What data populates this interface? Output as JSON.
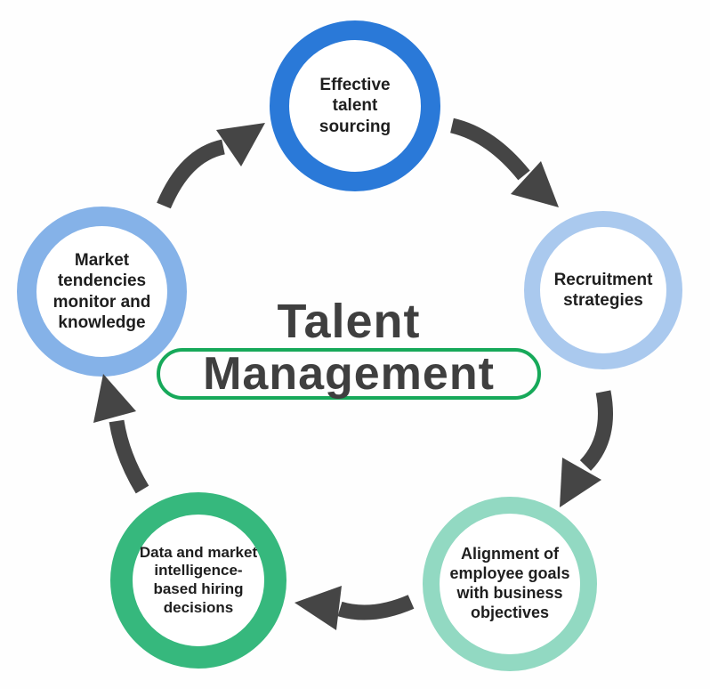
{
  "diagram": {
    "title_line1": "Talent",
    "title_line2": "Management",
    "title_text_color": "#3f3f3f",
    "pill_color": "#17a95a",
    "background_color": "#fefefe",
    "node_text_color": "#1e1e1e"
  },
  "nodes": [
    {
      "id": "effective-talent-sourcing",
      "label": "Effective talent sourcing",
      "ring_color": "#2a79d8",
      "position": "top"
    },
    {
      "id": "recruitment-strategies",
      "label": "Recruitment strategies",
      "ring_color": "#aac9ee",
      "position": "right"
    },
    {
      "id": "alignment-of-employee-goals",
      "label": "Alignment of employee goals with business objectives",
      "ring_color": "#92d9c2",
      "position": "bottom-right"
    },
    {
      "id": "data-and-market-intelligence",
      "label": "Data and market intelligence-based hiring decisions",
      "ring_color": "#36b87d",
      "position": "bottom-left"
    },
    {
      "id": "market-tendencies-monitor",
      "label": "Market tendencies monitor and knowledge",
      "ring_color": "#85b2e8",
      "position": "left"
    }
  ],
  "arrows": {
    "color": "#454545",
    "flow": "clockwise",
    "connections": [
      "market-tendencies-monitor → effective-talent-sourcing",
      "effective-talent-sourcing → recruitment-strategies",
      "recruitment-strategies → alignment-of-employee-goals",
      "alignment-of-employee-goals → data-and-market-intelligence",
      "data-and-market-intelligence → market-tendencies-monitor"
    ]
  }
}
